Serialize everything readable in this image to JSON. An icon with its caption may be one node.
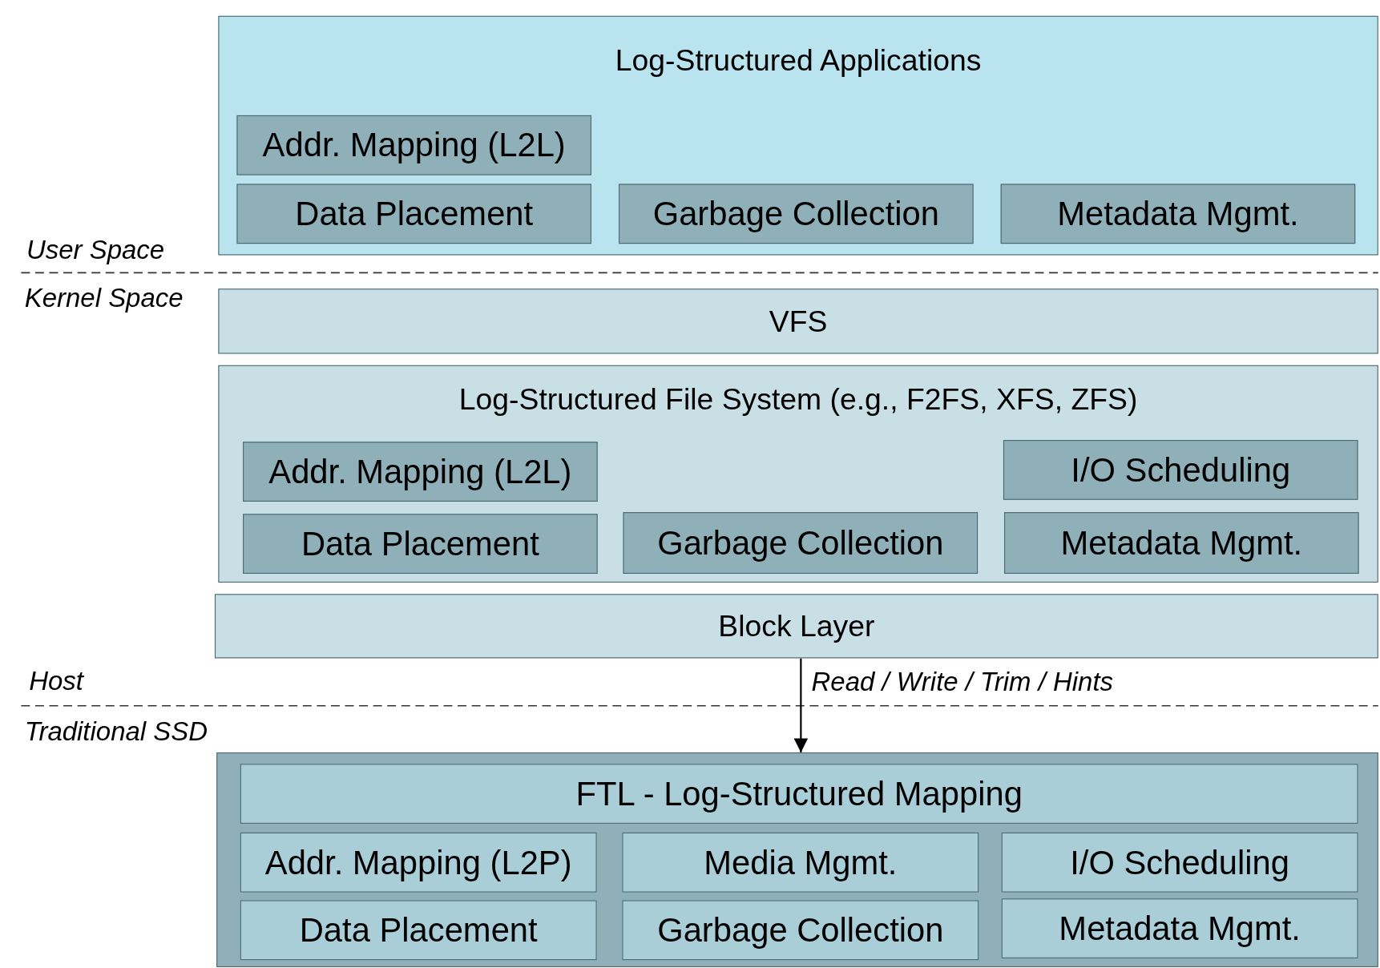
{
  "diagram": {
    "nodes": [
      {
        "text": [
          "Log-Structured Applications"
        ]
      },
      {
        "text": [
          "Addr. Mapping (L2L)"
        ],
        "in": 0
      },
      {
        "text": [
          "Data Placement"
        ],
        "in": 0
      },
      {
        "text": [
          "Garbage Collection"
        ],
        "in": 0
      },
      {
        "text": [
          "Metadata Mgmt."
        ],
        "in": 0
      },
      {
        "text": [
          "VFS"
        ]
      },
      {
        "text": [
          "Log-Structured File System (e.g., F2FS, XFS, ZFS)"
        ]
      },
      {
        "text": [
          "Addr. Mapping (L2L)"
        ],
        "in": 6
      },
      {
        "text": [
          "I/O Scheduling"
        ],
        "in": 6
      },
      {
        "text": [
          "Data Placement"
        ],
        "in": 6
      },
      {
        "text": [
          "Garbage Collection"
        ],
        "in": 6
      },
      {
        "text": [
          "Metadata Mgmt."
        ],
        "in": 6
      },
      {
        "text": [
          "Block Layer"
        ]
      },
      {
        "text": [],
        "shape": "box"
      },
      {
        "text": [
          "FTL - Log-Structured Mapping"
        ],
        "in": 13
      },
      {
        "text": [
          "Addr. Mapping (L2P)"
        ],
        "in": 13
      },
      {
        "text": [
          "Media Mgmt."
        ],
        "in": 13
      },
      {
        "text": [
          "I/O Scheduling"
        ],
        "in": 13
      },
      {
        "text": [
          "Data Placement"
        ],
        "in": 13
      },
      {
        "text": [
          "Garbage Collection"
        ],
        "in": 13
      },
      {
        "text": [
          "Metadata Mgmt."
        ],
        "in": 13
      }
    ],
    "edges": [
      {
        "from": 12,
        "to": 13,
        "arrow": "to",
        "label": "Read / Write / Trim / Hints"
      }
    ],
    "labels": [
      "User Space",
      "Kernel Space",
      "Host",
      "Traditional SSD"
    ]
  }
}
